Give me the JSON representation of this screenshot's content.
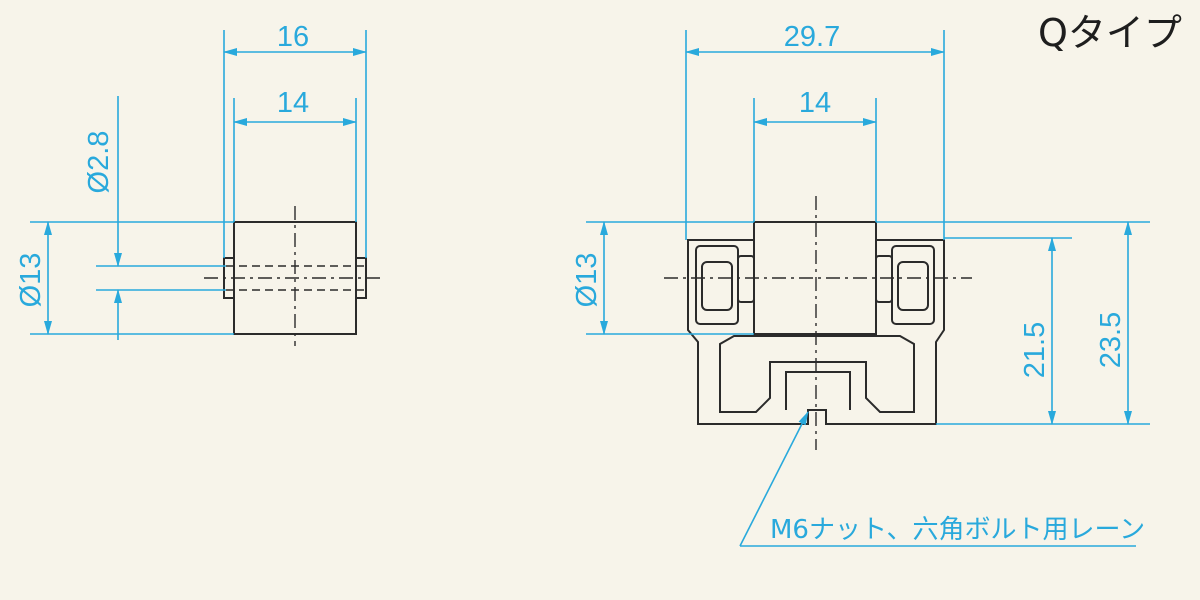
{
  "title": "Qタイプ",
  "left_view": {
    "dim_width_outer": "16",
    "dim_width_inner": "14",
    "dim_bore": "Ø2.8",
    "dim_diameter": "Ø13"
  },
  "right_view": {
    "dim_total_width": "29.7",
    "dim_roller_width": "14",
    "dim_diameter": "Ø13",
    "dim_height_inner": "21.5",
    "dim_height_outer": "23.5"
  },
  "note": "M6ナット、六角ボルト用レーン",
  "colors": {
    "dimension": "#29a9dc",
    "outline": "#2b2b2b",
    "background": "#f7f4ea"
  }
}
